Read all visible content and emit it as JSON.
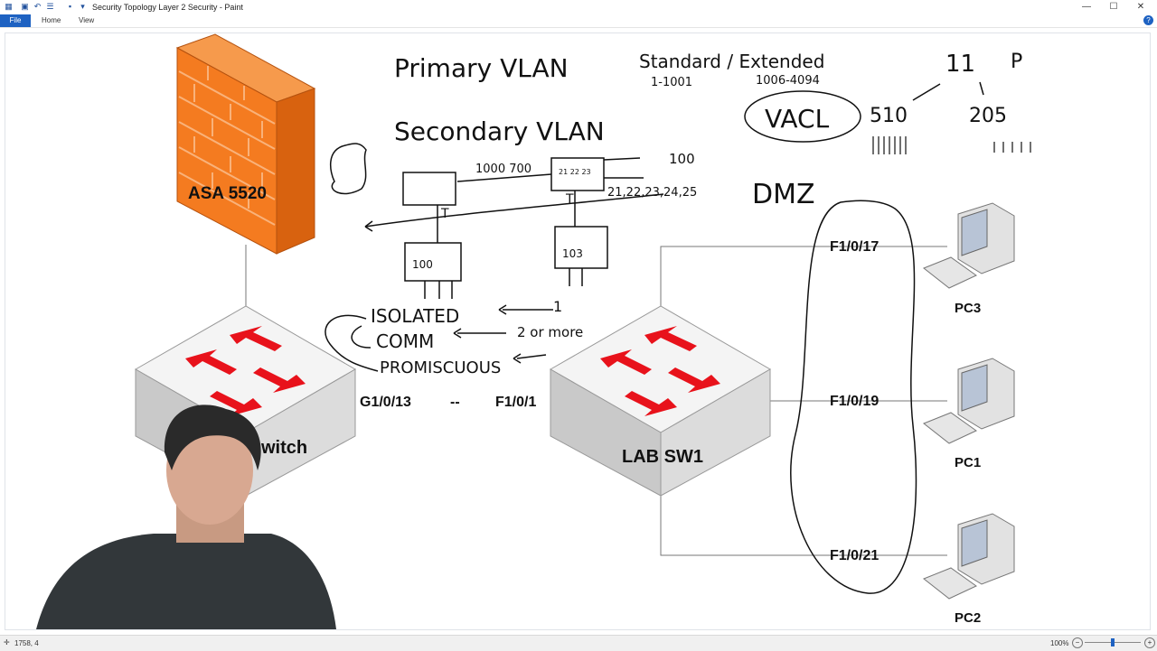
{
  "window": {
    "title": "Security Topology Layer 2 Security - Paint",
    "quick_access": [
      "save-icon",
      "undo-icon",
      "redo-icon",
      "properties-icon"
    ]
  },
  "menu": {
    "file_label": "File",
    "home_label": "Home",
    "view_label": "View"
  },
  "diagram": {
    "firewall_label": "ASA 5520",
    "switch_left_label": "witch",
    "switch_right_label": "LAB SW1",
    "link_left_port": "G1/0/13",
    "link_dashes": "--",
    "link_right_port": "F1/0/1",
    "ports": [
      {
        "port": "F1/0/17",
        "pc": "PC3"
      },
      {
        "port": "F1/0/19",
        "pc": "PC1"
      },
      {
        "port": "F1/0/21",
        "pc": "PC2"
      }
    ]
  },
  "annotations": {
    "primary_vlan": "Primary VLAN",
    "standard_extended": "Standard / Extended",
    "std_range": "1-1001",
    "ext_range": "1006-4094",
    "vacl": "VACL",
    "secondary_vlan": "Secondary VLAN",
    "num_11": "11",
    "p": "P",
    "num_510": "510",
    "num_205": "205",
    "vlan_1000_700": "1000 700",
    "num_100_top": "100",
    "ports_list": "21,22,23,24,25",
    "dmz": "DMZ",
    "t_left": "T",
    "t_right": "T",
    "sw_100": "100",
    "sw_103": "103",
    "isolated": "ISOLATED",
    "comm": "COMM",
    "promiscuous": "PROMISCUOUS",
    "arrow_1": "1",
    "arrow_2_or_more": "2 or more",
    "small_nums": "21\n22\n23"
  },
  "status": {
    "position": "1758, 4",
    "zoom": "100%"
  },
  "colors": {
    "firewall_orange": "#f47b20",
    "switch_arrow_red": "#e8121b",
    "file_tab_blue": "#1e62c2"
  }
}
